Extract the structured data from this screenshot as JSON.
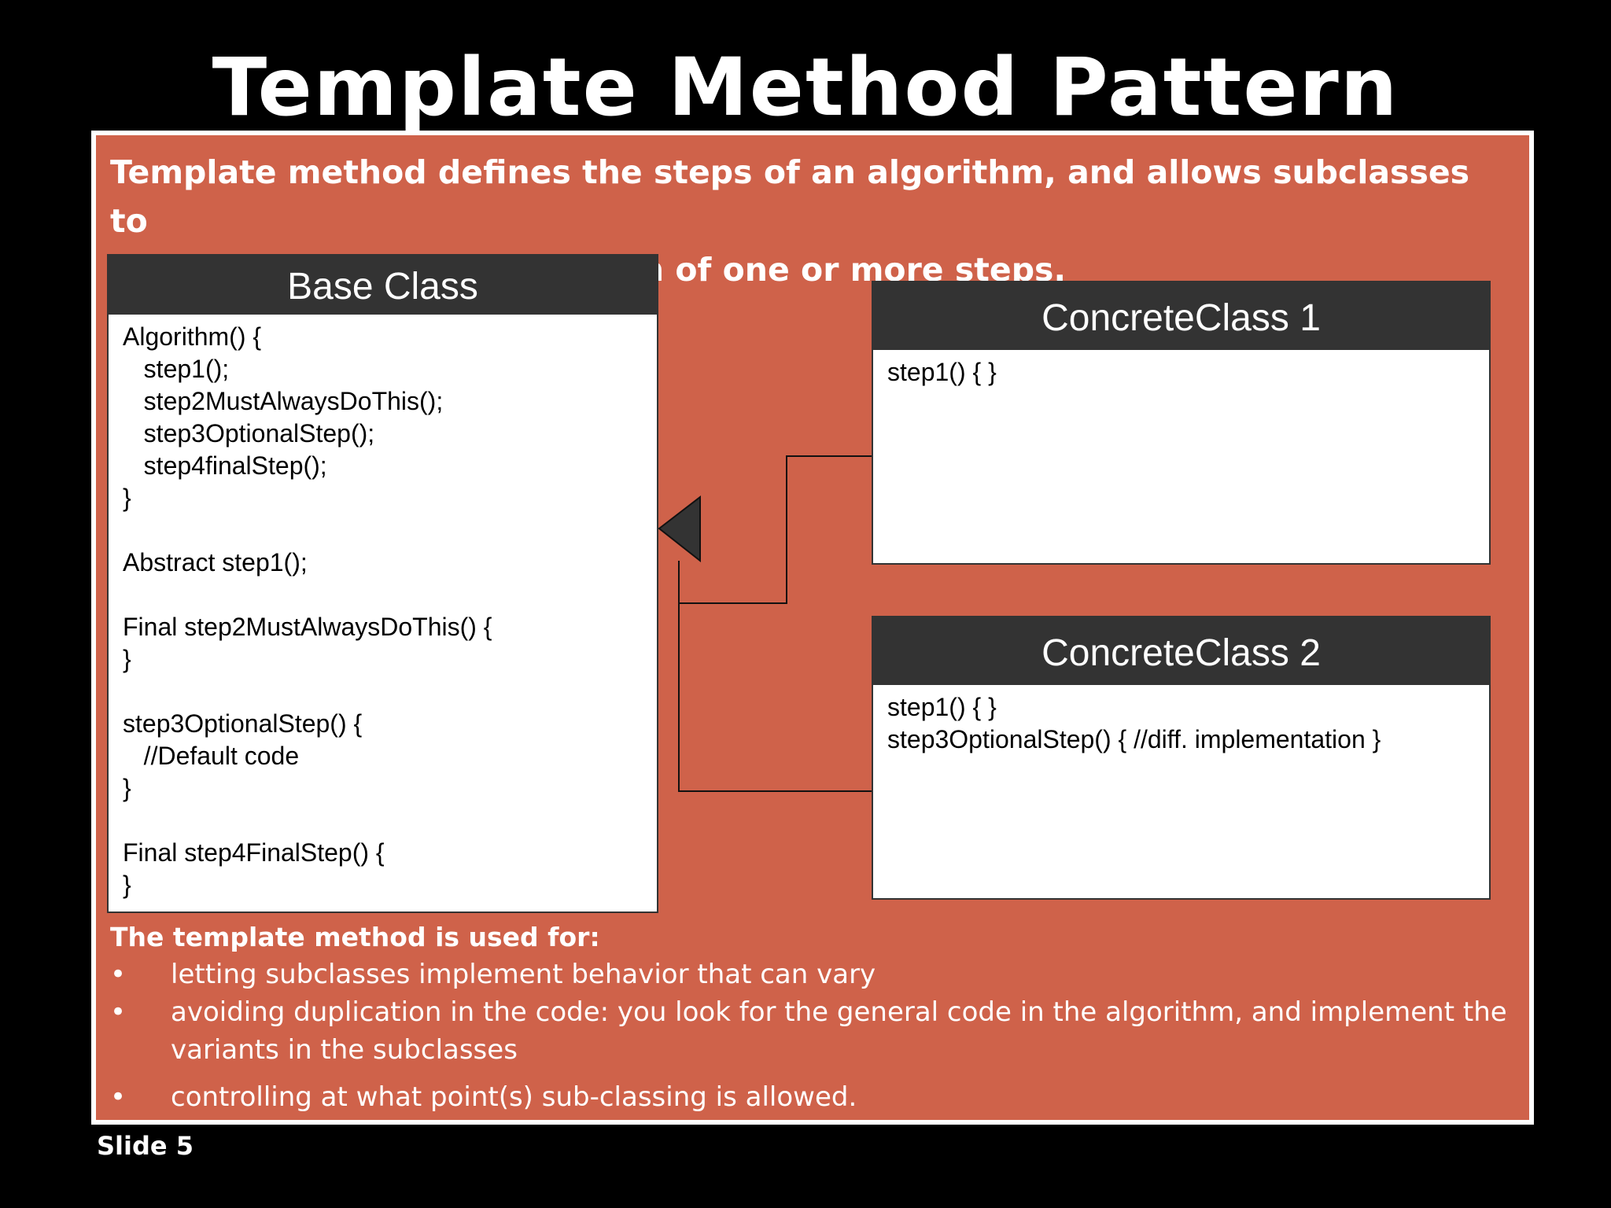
{
  "title": "Template Method Pattern",
  "intro": {
    "line1": "Template method defines the steps of an algorithm, and allows subclasses to",
    "line2": "provide an implementation of one or more steps."
  },
  "base_class": {
    "name": "Base Class",
    "code": "Algorithm() {\n   step1();\n   step2MustAlwaysDoThis();\n   step3OptionalStep();\n   step4finalStep();\n}\n\nAbstract step1();\n\nFinal step2MustAlwaysDoThis() {\n}\n\nstep3OptionalStep() {\n   //Default code\n}\n\nFinal step4FinalStep() {\n}"
  },
  "concrete_class_1": {
    "name": "ConcreteClass 1",
    "code": "step1() { }"
  },
  "concrete_class_2": {
    "name": "ConcreteClass 2",
    "code": "step1() { }\nstep3OptionalStep() { //diff. implementation }"
  },
  "used_for": {
    "heading": "The template method is used for:",
    "bullet": "•",
    "items": [
      "letting subclasses implement behavior that can vary",
      "avoiding duplication in the code: you look for the general code in the algorithm, and implement the variants in the subclasses",
      "controlling at what point(s) sub-classing is allowed."
    ]
  },
  "footer": "Slide 5",
  "colors": {
    "background": "#000000",
    "panel": "#cf624a",
    "class_header": "#333333",
    "text_light": "#ffffff"
  }
}
